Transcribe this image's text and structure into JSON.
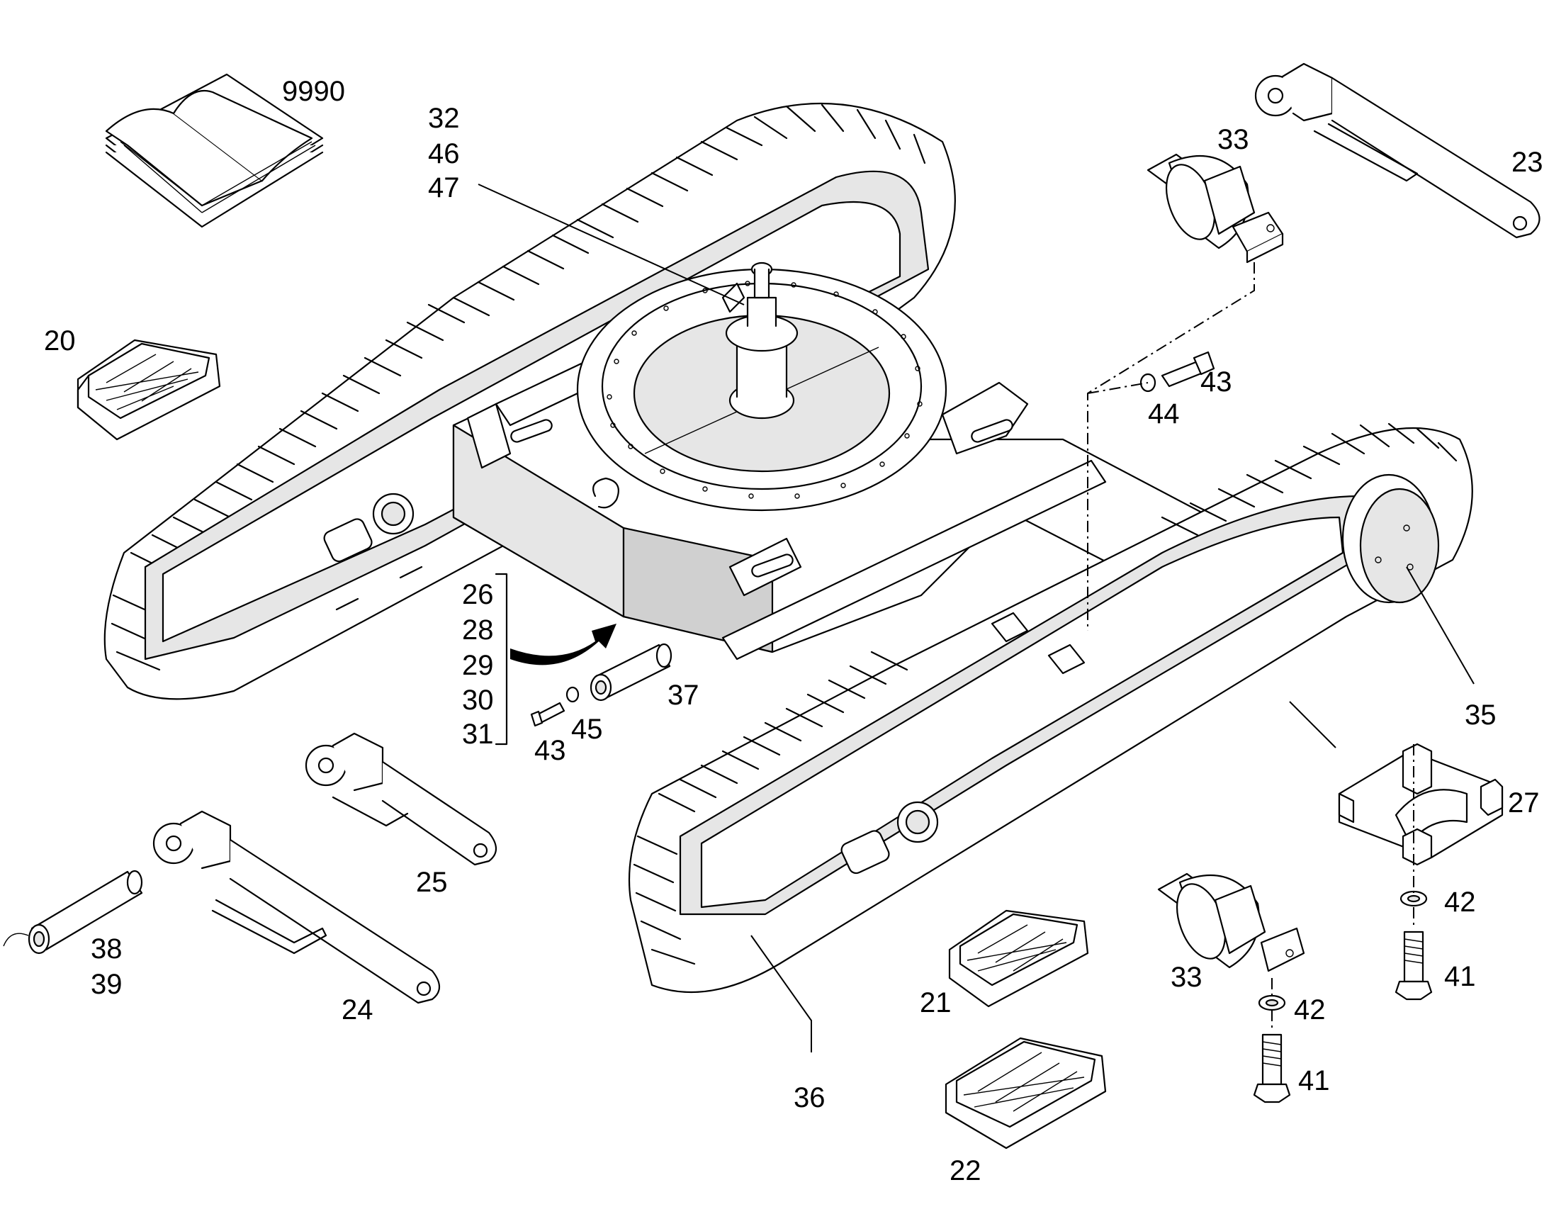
{
  "labels": {
    "manual": "9990",
    "pin_kit_a": "32",
    "pin_kit_b": "46",
    "pin_kit_c": "47",
    "roller_upper": "33",
    "link_arm_upper": "23",
    "pad_upper_left": "20",
    "bolt_upper": "43",
    "washer_upper": "44",
    "group_a": "26",
    "group_b": "28",
    "group_c": "29",
    "group_d": "30",
    "group_e": "31",
    "bolt_left": "43",
    "washer_left": "45",
    "pin_sleeve": "37",
    "sprocket_hub": "35",
    "bracket": "27",
    "link_arm_mid": "25",
    "pin_rod_a": "38",
    "pin_rod_b": "39",
    "link_arm_lower": "24",
    "idler": "36",
    "pad_middle": "21",
    "pad_lower": "22",
    "roller_lower": "33",
    "washer_bracket": "42",
    "bolt_bracket": "41",
    "washer_roller": "42",
    "bolt_roller": "41"
  }
}
